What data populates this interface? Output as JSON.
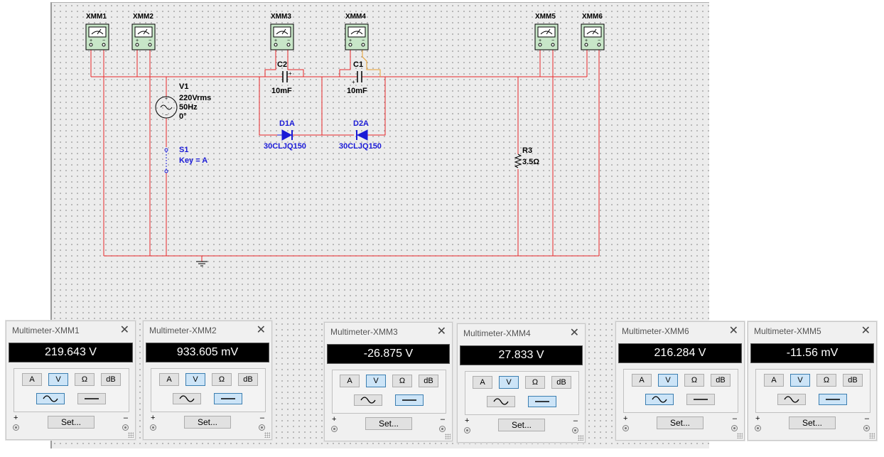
{
  "schematic": {
    "meters": [
      "XMM1",
      "XMM2",
      "XMM3",
      "XMM4",
      "XMM5",
      "XMM6"
    ],
    "source": {
      "name": "V1",
      "voltage": "220Vrms",
      "freq": "50Hz",
      "phase": "0°"
    },
    "switch": {
      "name": "S1",
      "key": "Key = A"
    },
    "c2": {
      "name": "C2",
      "value": "10mF"
    },
    "c1": {
      "name": "C1",
      "value": "10mF"
    },
    "d1": {
      "name": "D1A",
      "model": "30CLJQ150"
    },
    "d2": {
      "name": "D2A",
      "model": "30CLJQ150"
    },
    "r3": {
      "name": "R3",
      "value": "3.5Ω"
    },
    "wire_color": "#e8282a",
    "diode_color": "#1a1ad6",
    "highlight_wire_color": "#e8a030"
  },
  "multimeters": [
    {
      "title": "Multimeter-XMM1",
      "reading": "219.643 V",
      "unit_active": "V",
      "wave_active": "ac"
    },
    {
      "title": "Multimeter-XMM2",
      "reading": "933.605 mV",
      "unit_active": "V",
      "wave_active": "dc"
    },
    {
      "title": "Multimeter-XMM3",
      "reading": "-26.875 V",
      "unit_active": "V",
      "wave_active": "dc"
    },
    {
      "title": "Multimeter-XMM4",
      "reading": "27.833 V",
      "unit_active": "V",
      "wave_active": "dc"
    },
    {
      "title": "Multimeter-XMM6",
      "reading": "216.284 V",
      "unit_active": "V",
      "wave_active": "ac"
    },
    {
      "title": "Multimeter-XMM5",
      "reading": "-11.56 mV",
      "unit_active": "V",
      "wave_active": "dc"
    }
  ],
  "mm_labels": {
    "a": "A",
    "v": "V",
    "ohm": "Ω",
    "db": "dB",
    "set": "Set...",
    "plus": "+",
    "minus": "–",
    "close": "✕"
  }
}
